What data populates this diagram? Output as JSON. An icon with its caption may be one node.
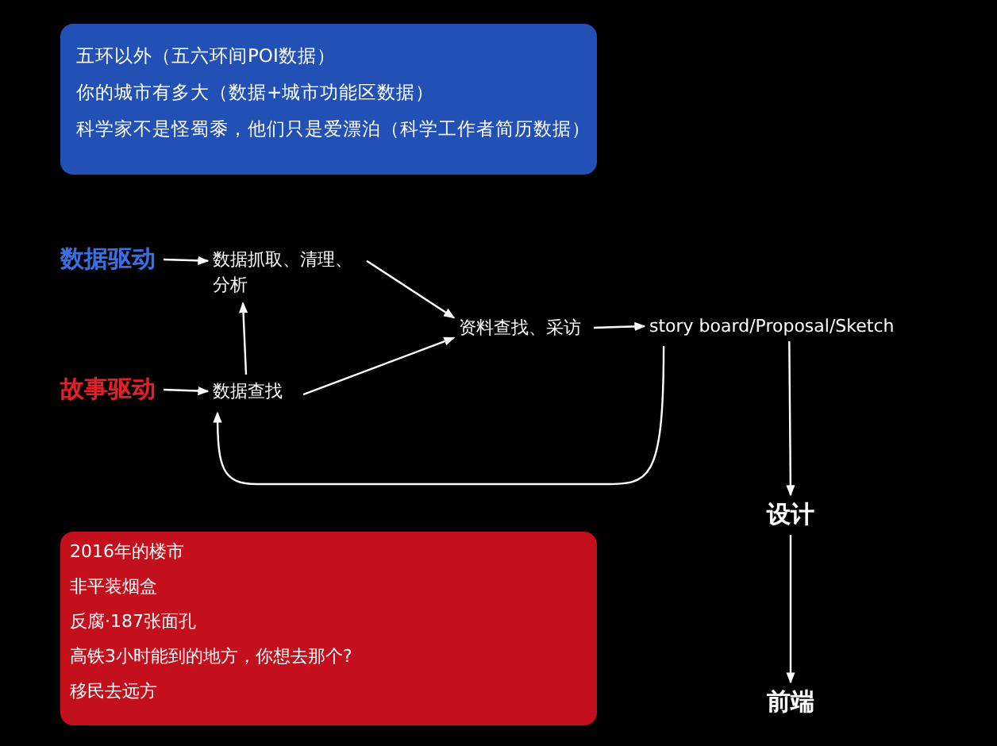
{
  "diagram": {
    "nodes": [
      {
        "text": [
          "五环以外（五六环间POI数据）",
          "你的城市有多大（数据+城市功能区数据）",
          "科学家不是怪蜀黍，他们只是爱漂泊（科学工作者简历数据）"
        ]
      },
      {
        "text": [
          "数据驱动"
        ]
      },
      {
        "text": [
          "数据抓取、清理、分析"
        ]
      },
      {
        "text": [
          "故事驱动"
        ]
      },
      {
        "text": [
          "数据查找"
        ]
      },
      {
        "text": [
          "资料查找、采访"
        ]
      },
      {
        "text": [
          "story board/Proposal/Sketch"
        ]
      },
      {
        "text": [
          "设计"
        ]
      },
      {
        "text": [
          "前端"
        ]
      },
      {
        "text": [
          "2016年的楼市",
          "非平装烟盒",
          "反腐·187张面孔",
          "高铁3小时能到的地方，你想去那个?",
          "移民去远方"
        ]
      }
    ],
    "edges": [
      {
        "from": 1,
        "to": 2,
        "arrow": "to"
      },
      {
        "from": 3,
        "to": 4,
        "arrow": "to"
      },
      {
        "from": 4,
        "to": 2,
        "arrow": "to"
      },
      {
        "from": 2,
        "to": 5,
        "arrow": "to"
      },
      {
        "from": 4,
        "to": 5,
        "arrow": "to"
      },
      {
        "from": 5,
        "to": 6,
        "arrow": "to"
      },
      {
        "from": 6,
        "to": 4,
        "arrow": "to"
      },
      {
        "from": 6,
        "to": 7,
        "arrow": "to"
      },
      {
        "from": 7,
        "to": 8,
        "arrow": "to"
      }
    ]
  }
}
